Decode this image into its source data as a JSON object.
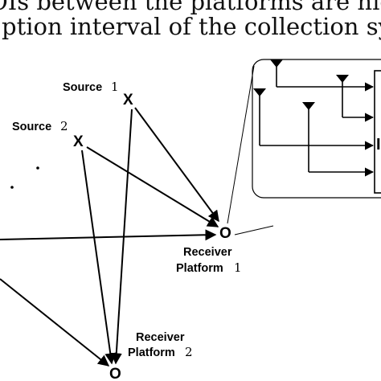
{
  "caption": {
    "line1": "OIs between the platforms are highlighted",
    "line2": "ption interval of the collection system."
  },
  "sources": [
    {
      "label": "Source",
      "number": "1",
      "marker": "X"
    },
    {
      "label": "Source",
      "number": "2",
      "marker": "X"
    }
  ],
  "receivers": [
    {
      "line1": "Receiver",
      "line2": "Platform",
      "number": "1",
      "marker": "O"
    },
    {
      "line1": "Receiver",
      "line2": "Platform",
      "number": "2",
      "marker": "O"
    }
  ],
  "ellipsis_marker": "dots",
  "inset": {
    "description_icons": [
      "antenna-icon",
      "antenna-icon",
      "antenna-icon",
      "antenna-icon"
    ]
  }
}
